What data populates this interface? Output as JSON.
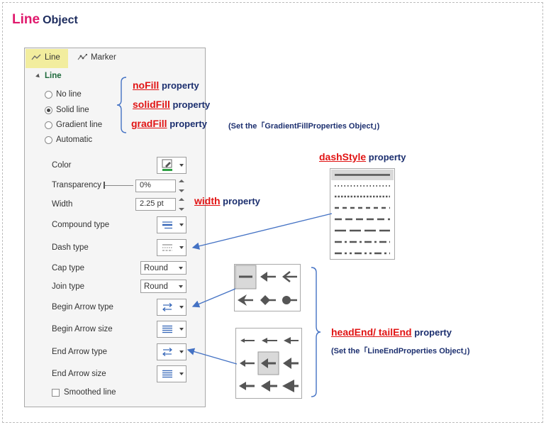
{
  "title": {
    "main": "Line",
    "sub": "Object"
  },
  "panel": {
    "tabs": [
      {
        "label": "Line",
        "active": true
      },
      {
        "label": "Marker",
        "active": false
      }
    ],
    "section": "Line",
    "fill_options": [
      {
        "label": "No line",
        "selected": false
      },
      {
        "label": "Solid line",
        "selected": true
      },
      {
        "label": "Gradient line",
        "selected": false
      },
      {
        "label": "Automatic",
        "selected": false
      }
    ],
    "labels": {
      "color": "Color",
      "transparency": "Transparency",
      "width": "Width",
      "compound": "Compound type",
      "dash": "Dash type",
      "cap": "Cap type",
      "join": "Join type",
      "begin_type": "Begin Arrow type",
      "begin_size": "Begin Arrow size",
      "end_type": "End Arrow type",
      "end_size": "End Arrow size",
      "smoothed": "Smoothed line"
    },
    "values": {
      "transparency": "0%",
      "width": "2.25 pt",
      "cap": "Round",
      "join": "Round"
    },
    "color_swatch": "#2ea043"
  },
  "annotations": {
    "nofill": {
      "name": "noFill",
      "word": "property"
    },
    "solidfill": {
      "name": "solidFill",
      "word": "property"
    },
    "gradfill": {
      "name": "gradFill",
      "word": "property",
      "note": "(Set the「GradientFillProperties Object」)"
    },
    "width": {
      "name": "width",
      "word": "property"
    },
    "dashstyle": {
      "name": "dashStyle",
      "word": "property"
    },
    "headend": {
      "name": "headEnd/ tailEnd",
      "word": "property",
      "note": "(Set the「LineEndProperties Object」)"
    }
  },
  "colors": {
    "arrow": "#4472c4",
    "title_red": "#e0186c",
    "anno_red": "#e11414",
    "anno_blue": "#1c2f6f",
    "tab_highlight": "#f2ed9e"
  }
}
